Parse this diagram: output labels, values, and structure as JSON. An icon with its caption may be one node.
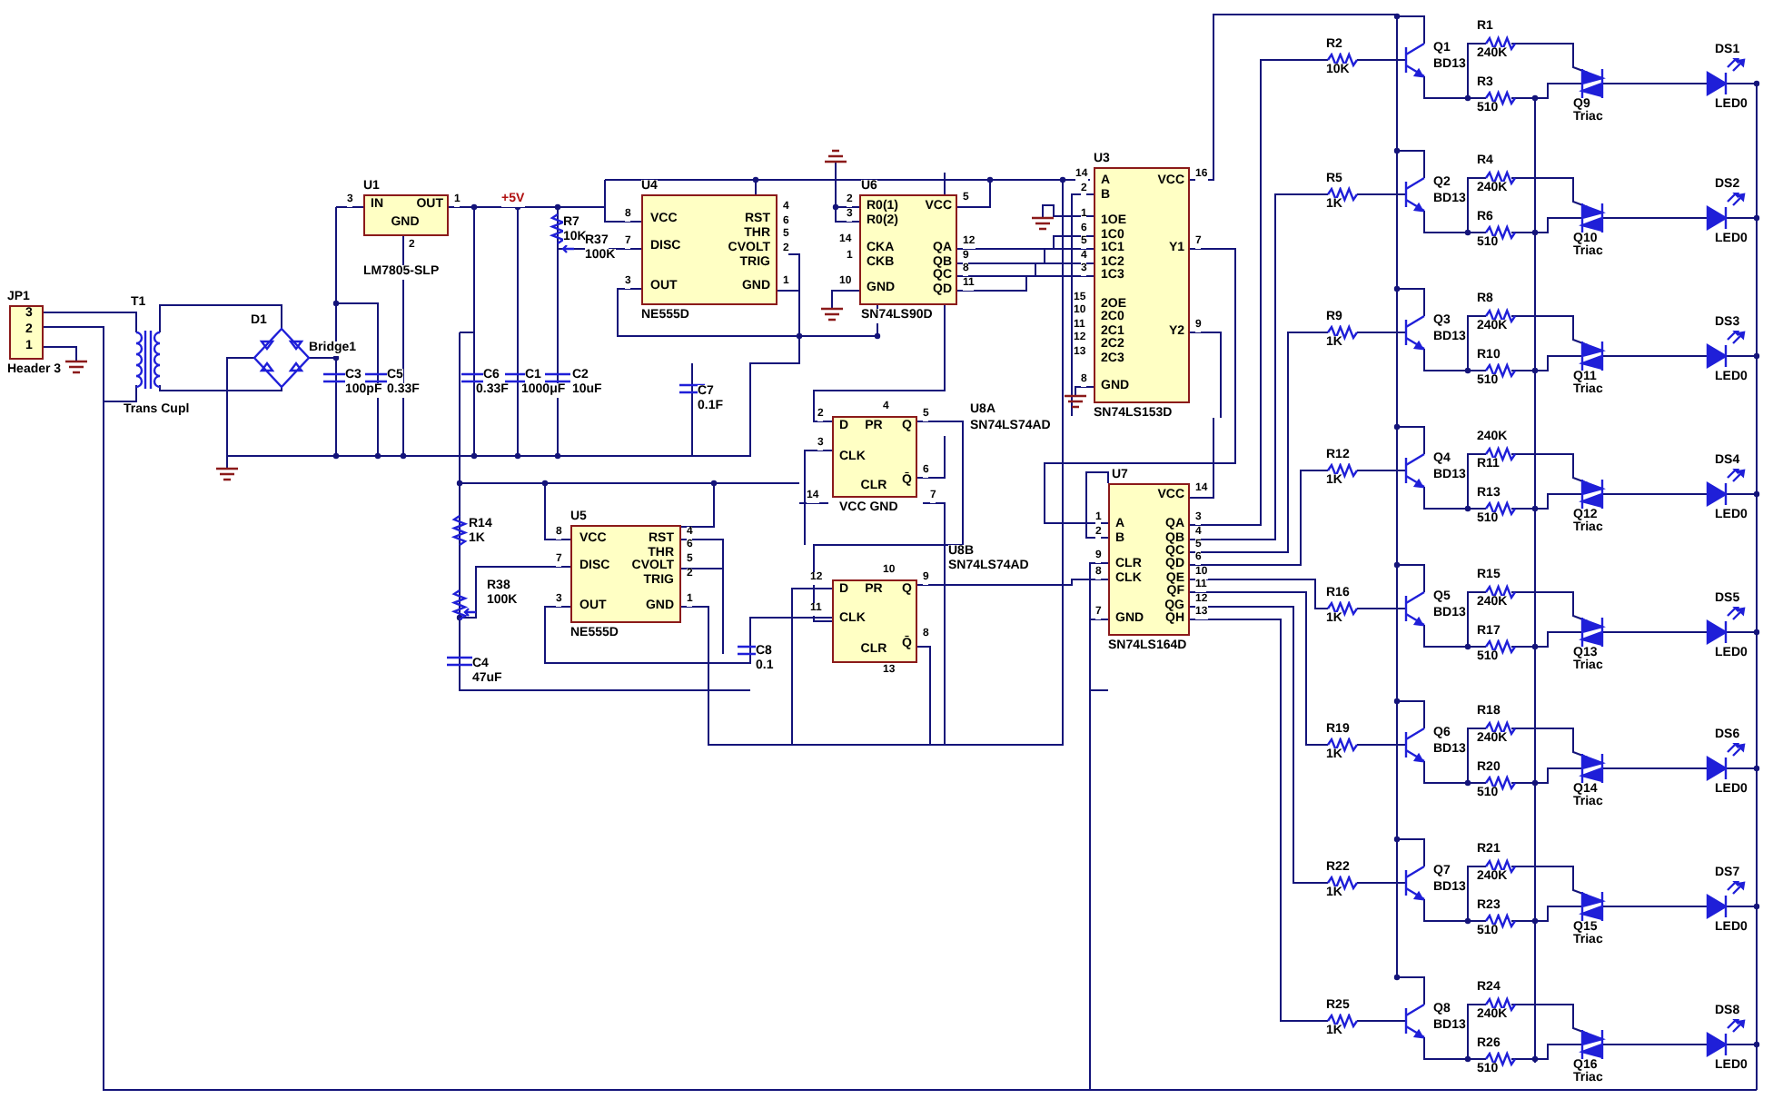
{
  "diagram": {
    "nodes": [
      {
        "text": [
          "3",
          "2",
          "1"
        ],
        "beside": [
          "JP1",
          "Header 3"
        ]
      },
      {
        "text": [
          "IN",
          "OUT",
          "GND"
        ],
        "beside": [
          "U1",
          "LM7805-SLP",
          "3",
          "1",
          "2"
        ]
      },
      {
        "text": [
          "VCC",
          "DISC",
          "OUT",
          "RST",
          "THR",
          "CVOLT",
          "TRIG",
          "GND"
        ],
        "beside": [
          "U4",
          "NE555D",
          "8",
          "7",
          "3",
          "4",
          "6",
          "5",
          "2",
          "1"
        ]
      },
      {
        "text": [
          "R0(1)",
          "R0(2)",
          "CKA",
          "CKB",
          "GND",
          "VCC",
          "QA",
          "QB",
          "QC",
          "QD"
        ],
        "beside": [
          "U6",
          "SN74LS90D",
          "2",
          "3",
          "14",
          "1",
          "10",
          "5",
          "12",
          "9",
          "8",
          "11"
        ]
      },
      {
        "text": [
          "A",
          "B",
          "1OE",
          "1C0",
          "1C1",
          "1C2",
          "1C3",
          "2OE",
          "2C0",
          "2C1",
          "2C2",
          "2C3",
          "GND",
          "VCC",
          "Y1",
          "Y2"
        ],
        "beside": [
          "U3",
          "SN74LS153D",
          "14",
          "2",
          "1",
          "6",
          "5",
          "4",
          "3",
          "15",
          "10",
          "11",
          "12",
          "13",
          "8",
          "16",
          "7",
          "9"
        ]
      },
      {
        "text": [
          "D",
          "PR",
          "Q",
          "CLK",
          "CLR",
          "Q̄"
        ],
        "beside": [
          "U8A",
          "SN74LS74AD",
          "2",
          "4",
          "5",
          "3",
          "6",
          "14",
          "VCC GND",
          "7"
        ]
      },
      {
        "text": [
          "D",
          "PR",
          "Q",
          "CLK",
          "CLR",
          "Q̄"
        ],
        "beside": [
          "U8B",
          "SN74LS74AD",
          "10",
          "12",
          "9",
          "11",
          "8",
          "13"
        ]
      },
      {
        "text": [
          "VCC",
          "A",
          "B",
          "CLR",
          "CLK",
          "GND",
          "QA",
          "QB",
          "QC",
          "QD",
          "QE",
          "QF",
          "QG",
          "QH"
        ],
        "beside": [
          "U7",
          "SN74LS164D",
          "14",
          "1",
          "2",
          "9",
          "8",
          "7",
          "3",
          "4",
          "5",
          "6",
          "10",
          "11",
          "12",
          "13"
        ]
      },
      {
        "text": [
          "VCC",
          "DISC",
          "OUT",
          "RST",
          "THR",
          "CVOLT",
          "TRIG",
          "GND"
        ],
        "beside": [
          "U5",
          "NE555D",
          "8",
          "7",
          "3",
          "4",
          "6",
          "5",
          "2",
          "1"
        ]
      }
    ],
    "edges": [
      {
        "from": 3,
        "to": 4,
        "arrow": "none"
      },
      {
        "from": 3,
        "to": 4,
        "arrow": "none"
      },
      {
        "from": 3,
        "to": 4,
        "arrow": "none"
      },
      {
        "from": 3,
        "to": 4,
        "arrow": "none"
      },
      {
        "from": 6,
        "to": 7,
        "arrow": "none"
      }
    ],
    "labels": [
      "T1",
      "Trans Cupl",
      "D1",
      "Bridge1",
      "+5V",
      "R7",
      "10K",
      "R37",
      "100K",
      "C3",
      "100pF",
      "C5",
      "0.33F",
      "C6",
      "0.33F",
      "C1",
      "1000μF",
      "C2",
      "10uF",
      "C7",
      "0.1F",
      "R14",
      "1K",
      "R38",
      "100K",
      "C4",
      "47uF",
      "C8",
      "0.1",
      "R2",
      "10K",
      "Q1",
      "BD13",
      "R1",
      "240K",
      "R3",
      "510",
      "Q9",
      "Triac",
      "DS1",
      "LED0",
      "R5",
      "1K",
      "Q2",
      "BD13",
      "R4",
      "240K",
      "R6",
      "510",
      "Q10",
      "Triac",
      "DS2",
      "LED0",
      "R9",
      "1K",
      "Q3",
      "BD13",
      "R8",
      "240K",
      "R10",
      "510",
      "Q11",
      "Triac",
      "DS3",
      "LED0",
      "R12",
      "1K",
      "Q4",
      "BD13",
      "240K",
      "R11",
      "R13",
      "510",
      "Q12",
      "Triac",
      "DS4",
      "LED0",
      "R16",
      "1K",
      "Q5",
      "BD13",
      "R15",
      "240K",
      "R17",
      "510",
      "Q13",
      "Triac",
      "DS5",
      "LED0",
      "R19",
      "1K",
      "Q6",
      "BD13",
      "R18",
      "240K",
      "R20",
      "510",
      "Q14",
      "Triac",
      "DS6",
      "LED0",
      "R22",
      "1K",
      "Q7",
      "BD13",
      "R21",
      "240K",
      "R23",
      "510",
      "Q15",
      "Triac",
      "DS7",
      "LED0",
      "R25",
      "1K",
      "Q8",
      "BD13",
      "R24",
      "240K",
      "R26",
      "510",
      "Q16",
      "Triac",
      "DS8",
      "LED0"
    ]
  }
}
